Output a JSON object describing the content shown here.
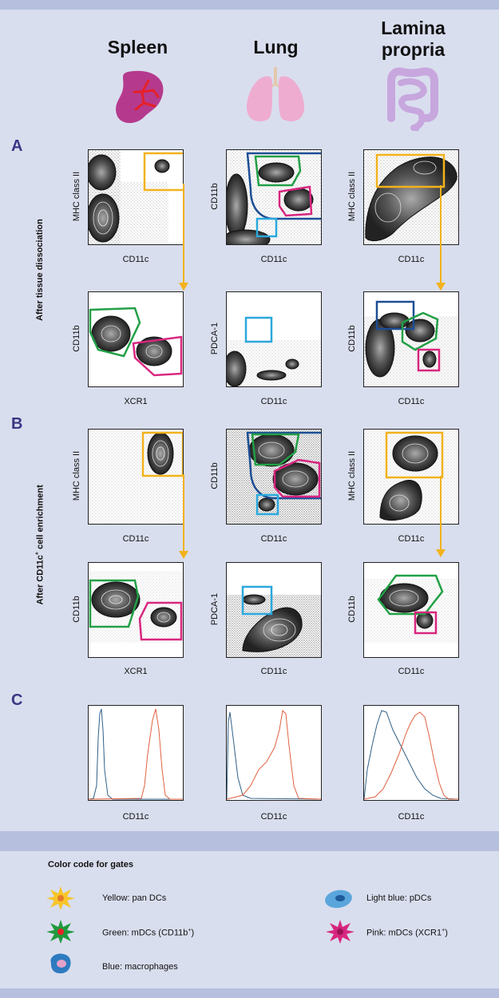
{
  "columns": [
    {
      "title_line1": "Spleen",
      "title_line2": ""
    },
    {
      "title_line1": "Lung",
      "title_line2": ""
    },
    {
      "title_line1": "Lamina",
      "title_line2": "propria"
    }
  ],
  "sections": {
    "a": "A",
    "b": "B",
    "c": "C",
    "side_a": "After tissue dissociation",
    "side_b_pre": "After CD11c",
    "side_b_sup": "+",
    "side_b_post": " cell enrichment"
  },
  "plots": {
    "a_row1": [
      {
        "x": "CD11c",
        "y": "MHC class II"
      },
      {
        "x": "CD11c",
        "y": "CD11b"
      },
      {
        "x": "CD11c",
        "y": "MHC class II"
      }
    ],
    "a_row2": [
      {
        "x": "XCR1",
        "y": "CD11b"
      },
      {
        "x": "CD11c",
        "y": "PDCA-1"
      },
      {
        "x": "CD11c",
        "y": "CD11b"
      }
    ],
    "b_row1": [
      {
        "x": "CD11c",
        "y": "MHC class II"
      },
      {
        "x": "CD11c",
        "y": "CD11b"
      },
      {
        "x": "CD11c",
        "y": "MHC class II"
      }
    ],
    "b_row2": [
      {
        "x": "XCR1",
        "y": "CD11b"
      },
      {
        "x": "CD11c",
        "y": "PDCA-1"
      },
      {
        "x": "CD11c",
        "y": "CD11b"
      }
    ],
    "c_row": [
      {
        "x": "CD11c"
      },
      {
        "x": "CD11c"
      },
      {
        "x": "CD11c"
      }
    ]
  },
  "colors": {
    "yellow": "#f2b21c",
    "green": "#22a046",
    "blue": "#1d4e95",
    "light_blue": "#2aa8dc",
    "pink": "#d8267f",
    "hist_blue": "#2f5f86",
    "hist_red": "#e0603f",
    "band": "#b6c0de",
    "background": "#d9deee"
  },
  "legend": {
    "title": "Color code for gates",
    "items": [
      {
        "label": "Yellow: pan DCs",
        "icon": "yellow-dc-icon"
      },
      {
        "label": "Green: mDCs (CD11b",
        "sup": "+",
        "tail": ")",
        "icon": "green-mdc-icon"
      },
      {
        "label": "Blue: macrophages",
        "icon": "blue-macrophage-icon"
      },
      {
        "label": "Light blue: pDCs",
        "icon": "light-blue-pdc-icon"
      },
      {
        "label": "Pink: mDCs (XCR1",
        "sup": "+",
        "tail": ")",
        "icon": "pink-mdc-icon"
      }
    ]
  }
}
